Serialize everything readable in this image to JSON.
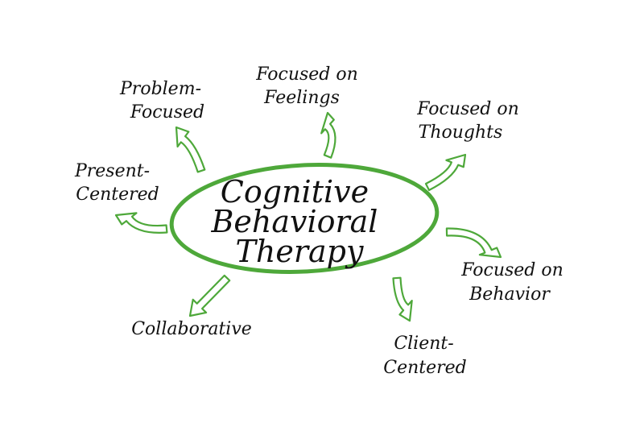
{
  "colors": {
    "accent": "#4ea83a",
    "text": "#111111",
    "background": "#ffffff"
  },
  "center": {
    "lines": [
      "Cognitive",
      "Behavioral",
      "Therapy"
    ]
  },
  "nodes": [
    {
      "id": "problem-focused",
      "lines": [
        "Problem-",
        "Focused"
      ]
    },
    {
      "id": "focused-on-feelings",
      "lines": [
        "Focused on",
        "Feelings"
      ]
    },
    {
      "id": "focused-on-thoughts",
      "lines": [
        "Focused on",
        "Thoughts"
      ]
    },
    {
      "id": "present-centered",
      "lines": [
        "Present-",
        "Centered"
      ]
    },
    {
      "id": "focused-on-behavior",
      "lines": [
        "Focused on",
        "Behavior"
      ]
    },
    {
      "id": "collaborative",
      "lines": [
        "Collaborative"
      ]
    },
    {
      "id": "client-centered",
      "lines": [
        "Client-",
        "Centered"
      ]
    }
  ]
}
